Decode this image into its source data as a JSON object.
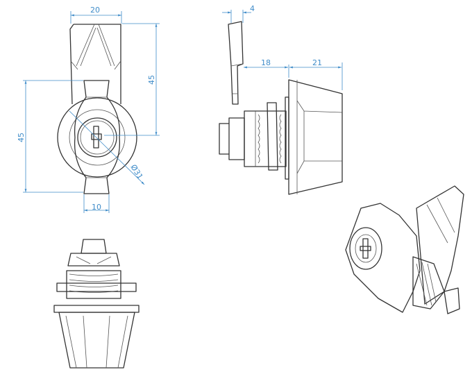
{
  "dimensions": {
    "front_width_top": "20",
    "front_height_right": "45",
    "front_height_left": "45",
    "front_width_bottom": "10",
    "front_diameter": "Ø31",
    "side_handle_thickness": "4",
    "side_body_length": "18",
    "side_cap_length": "21"
  },
  "colors": {
    "dimension_lines": "#3f8cc9",
    "outline": "#333333"
  }
}
